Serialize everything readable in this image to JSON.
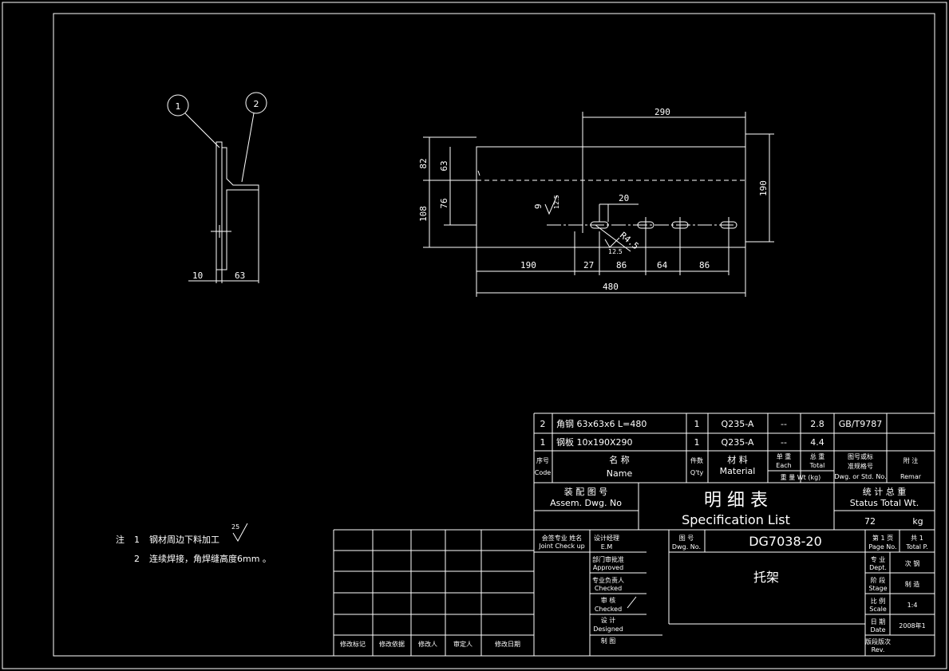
{
  "balloons": [
    "1",
    "2"
  ],
  "side_dims": {
    "left": "10",
    "right": "63"
  },
  "top_dims": {
    "overall_width": "290",
    "h82": "82",
    "h63": "63",
    "h108": "108",
    "h76": "76",
    "h190": "190",
    "slot_w": "20",
    "slot_h": "9",
    "roughness1": "12.5",
    "radius": "R4.5",
    "roughness2": "12.5",
    "d190": "190",
    "d27": "27",
    "d86a": "86",
    "d64": "64",
    "d86b": "86",
    "d480": "480"
  },
  "notes": {
    "label": "注",
    "n1_num": "1",
    "n1_text": "钢材周边下料加工",
    "n1_sym": "25",
    "n2_num": "2",
    "n2_text": "连续焊接，角焊缝高度6mm 。"
  },
  "bom_rows": [
    {
      "no": "2",
      "name": "角钢 63x63x6   L=480",
      "qty": "1",
      "material": "Q235-A",
      "each": "--",
      "total": "2.8",
      "std": "GB/T9787"
    },
    {
      "no": "1",
      "name": "钢板 10x190X290",
      "qty": "1",
      "material": "Q235-A",
      "each": "--",
      "total": "4.4",
      "std": ""
    }
  ],
  "bom_header": {
    "no_cn": "序号",
    "no_en": "Code",
    "name_cn": "名                    称",
    "name_en": "Name",
    "qty_cn": "件数",
    "qty_en": "Q'ty",
    "mat_cn": "材   料",
    "mat_en": "Material",
    "each_cn": "单 重",
    "each_en": "Each",
    "total_cn": "总 重",
    "total_en": "Total",
    "wt_label": "重 量 Wt (kg)",
    "std_cn1": "图号或标",
    "std_cn2": "准规格号",
    "std_en": "Dwg. or Std. No.",
    "rem_cn": "附   注",
    "rem_en": "Remar"
  },
  "spec": {
    "assem_cn": "装 配 图 号",
    "assem_en": "Assem. Dwg. No",
    "title_cn": "明   细   表",
    "title_en": "Specification List",
    "stat_cn": "统 计 总 重",
    "stat_en": "Status Total Wt.",
    "total_wt": "72",
    "unit": "kg"
  },
  "title_block": {
    "joint_cn": "会签专业   姓名",
    "joint_en": "Joint Check up",
    "mgr_cn": "设计经理",
    "mgr_en": "E.M",
    "approved_cn": "部门审批准",
    "approved_en": "Approved",
    "checked2_cn": "专业负责人",
    "checked2_en": "Checked",
    "checked_cn": "审   核",
    "checked_en": "Checked",
    "designed_cn": "设   计",
    "designed_en": "Designed",
    "drawn_cn": "制   图",
    "dwgno_cn": "图   号",
    "dwgno_en": "Dwg. No.",
    "dwg_no": "DG7038-20",
    "title": "托架",
    "page_cn": "第 1 页",
    "page_en": "Page No.",
    "totalp_cn": "共 1",
    "totalp_en": "Total P.",
    "dept_cn": "专  业",
    "dept_en": "Dept.",
    "dept_val": "次  钢",
    "stage_cn": "阶  段",
    "stage_en": "Stage",
    "stage_val": "制  造",
    "scale_cn": "比  例",
    "scale_en": "Scale",
    "scale_val": "1:4",
    "date_cn": "日  期",
    "date_en": "Date",
    "date_val": "2008年1",
    "rev_cn": "版段版次",
    "rev_en": "Rev.",
    "hist": [
      "修改标记",
      "修改依据",
      "修改人",
      "审定人",
      "修改日期"
    ]
  }
}
